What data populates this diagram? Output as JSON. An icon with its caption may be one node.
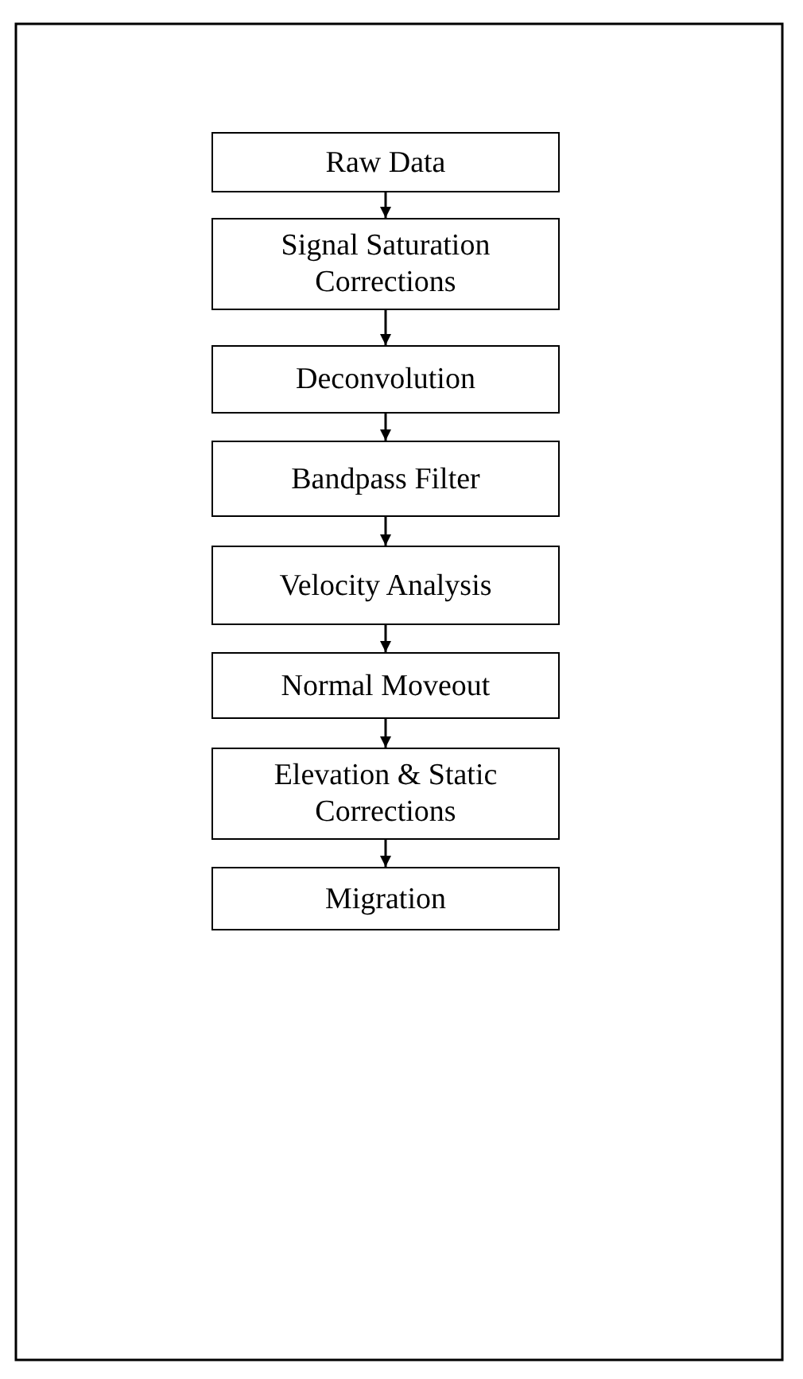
{
  "diagram": {
    "nodes": [
      {
        "text": [
          "Raw Data"
        ]
      },
      {
        "text": [
          "Signal Saturation Corrections"
        ]
      },
      {
        "text": [
          "Deconvolution"
        ]
      },
      {
        "text": [
          "Bandpass Filter"
        ]
      },
      {
        "text": [
          "Velocity Analysis"
        ]
      },
      {
        "text": [
          "Normal Moveout"
        ]
      },
      {
        "text": [
          "Elevation & Static Corrections"
        ]
      },
      {
        "text": [
          "Migration"
        ]
      }
    ],
    "edges": [
      {
        "from": 0,
        "to": 1,
        "arrow": "to"
      },
      {
        "from": 1,
        "to": 2,
        "arrow": "to"
      },
      {
        "from": 2,
        "to": 3,
        "arrow": "to"
      },
      {
        "from": 3,
        "to": 4,
        "arrow": "to"
      },
      {
        "from": 4,
        "to": 5,
        "arrow": "to"
      },
      {
        "from": 5,
        "to": 6,
        "arrow": "to"
      },
      {
        "from": 6,
        "to": 7,
        "arrow": "to"
      }
    ]
  }
}
